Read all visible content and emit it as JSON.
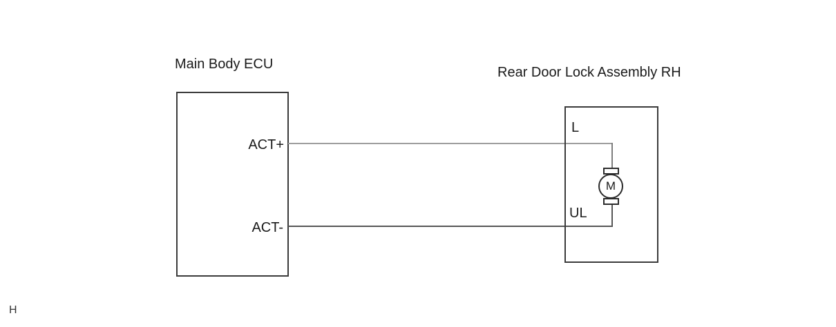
{
  "diagram": {
    "type": "wiring-diagram",
    "left_component": {
      "title": "Main Body ECU",
      "pins": [
        {
          "label": "ACT+"
        },
        {
          "label": "ACT-"
        }
      ]
    },
    "right_component": {
      "title": "Rear Door Lock Assembly RH",
      "pins": [
        {
          "label": "L"
        },
        {
          "label": "UL"
        }
      ]
    },
    "motor": {
      "label": "M"
    },
    "connections": [
      {
        "from": "Main Body ECU / ACT+",
        "to": "Rear Door Lock Assembly RH / L"
      },
      {
        "from": "Main Body ECU / ACT-",
        "to": "Rear Door Lock Assembly RH / UL"
      }
    ],
    "footer_label": "H",
    "colors": {
      "box_border": "#3a3a3a",
      "wire_act_plus": "#9e9e9e",
      "wire_act_minus": "#555555",
      "wire_drop": "#7d7d7d",
      "text": "#1a1a1a",
      "motor_outline": "#2b2b2b"
    }
  }
}
